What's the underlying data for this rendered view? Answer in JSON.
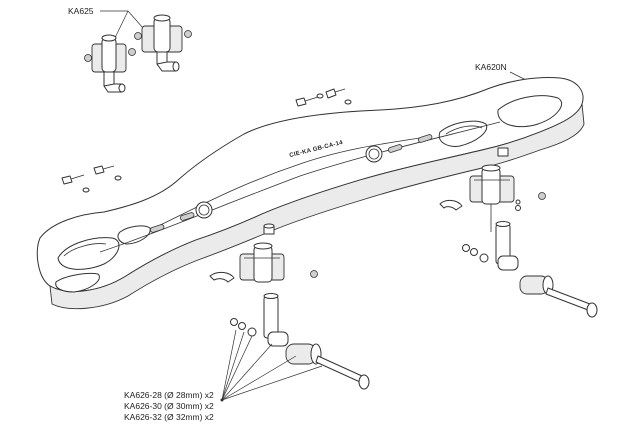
{
  "parts": {
    "bracket_set": "KA625",
    "crossbar": "KA620N",
    "crossbar_marking": "CIE-KA  GB-CA-14",
    "adapter_28": "KA626-28 (Ø 28mm) x2",
    "adapter_30": "KA626-30 (Ø 30mm) x2",
    "adapter_32": "KA626-32 (Ø 32mm) x2"
  }
}
